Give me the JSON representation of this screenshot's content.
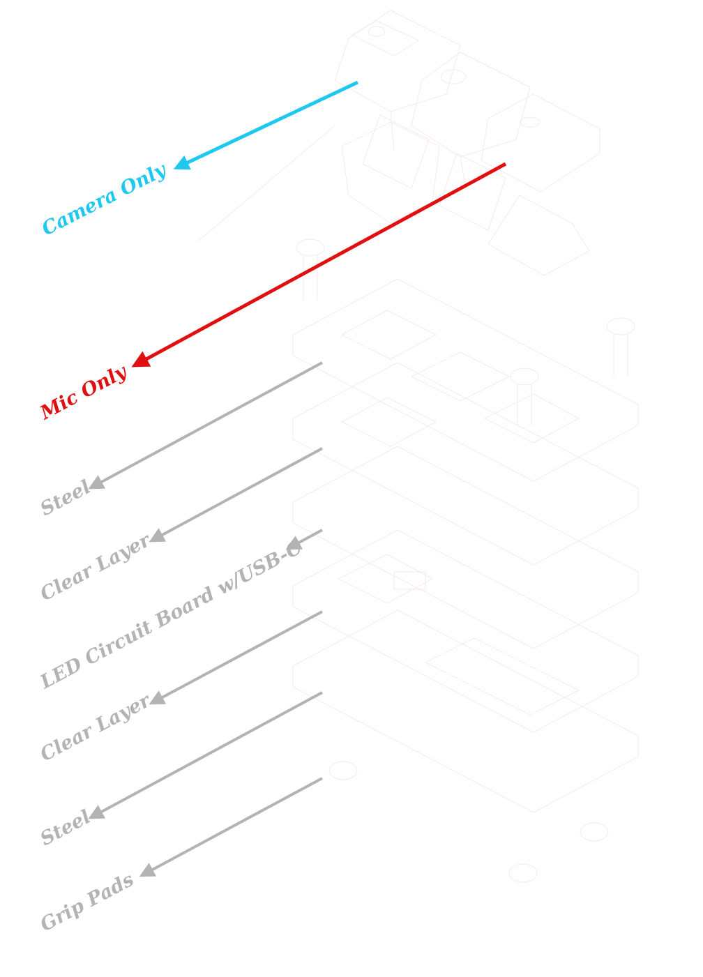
{
  "diagram": {
    "subject": "Exploded view of macropad layers",
    "colors": {
      "camera": "#1ec8ee",
      "mic": "#e01010",
      "layer": "#b3b3b3",
      "background_drawing": "#f6eaea"
    },
    "callouts": [
      {
        "id": "camera",
        "label": "Camera Only",
        "color_key": "camera"
      },
      {
        "id": "mic",
        "label": "Mic Only",
        "color_key": "mic"
      },
      {
        "id": "steel-top",
        "label": "Steel",
        "color_key": "layer"
      },
      {
        "id": "clear-top",
        "label": "Clear Layer",
        "color_key": "layer"
      },
      {
        "id": "led-board",
        "label": "LED Circuit Board w/USB-C",
        "color_key": "layer"
      },
      {
        "id": "clear-bottom",
        "label": "Clear Layer",
        "color_key": "layer"
      },
      {
        "id": "steel-bottom",
        "label": "Steel",
        "color_key": "layer"
      },
      {
        "id": "grip-pads",
        "label": "Grip Pads",
        "color_key": "layer"
      }
    ]
  }
}
